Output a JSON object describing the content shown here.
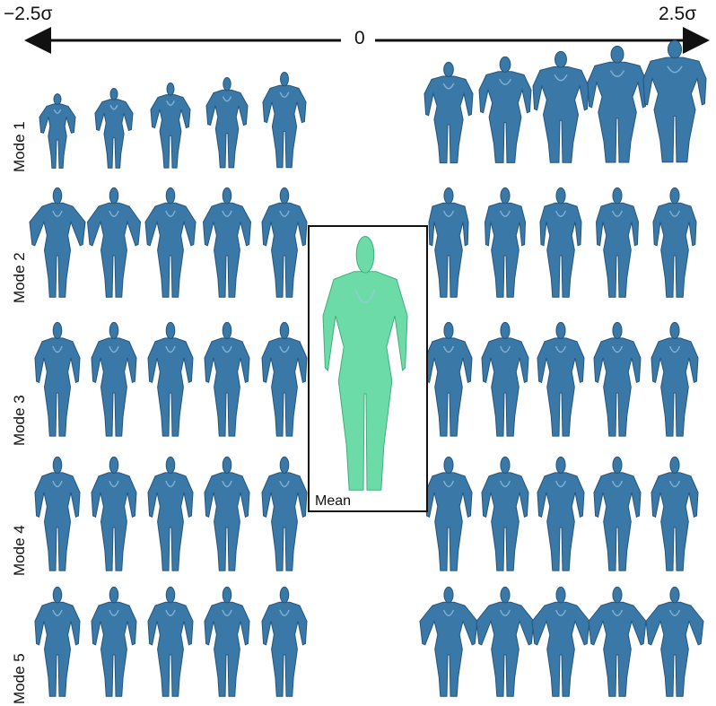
{
  "axis": {
    "left_label": "−2.5σ",
    "center_label": "0",
    "right_label": "2.5σ"
  },
  "modes": [
    "Mode 1",
    "Mode 2",
    "Mode 3",
    "Mode 4",
    "Mode 5"
  ],
  "mean_label": "Mean",
  "colors": {
    "variant_body": "#3a78a8",
    "variant_shadow": "#24557c",
    "mean_body": "#6ddba8",
    "mean_shadow": "#3fae7c"
  },
  "figures_per_side": 5
}
